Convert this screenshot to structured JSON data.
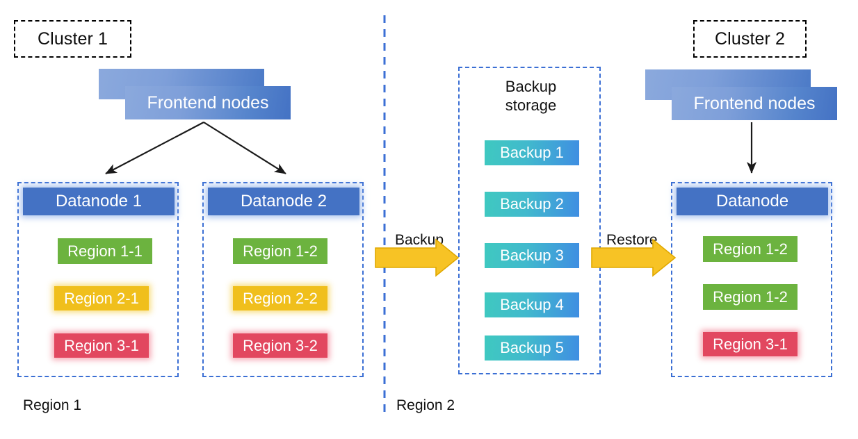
{
  "diagram": {
    "title_left": "Cluster 1",
    "title_right": "Cluster 2",
    "divider_label_left": "Region 1",
    "divider_label_right": "Region 2"
  },
  "cluster1": {
    "label": "Cluster 1",
    "frontend": {
      "label": "Frontend nodes"
    },
    "datanodes": [
      {
        "header": "Datanode 1",
        "regions": [
          {
            "label": "Region 1-1",
            "color": "#6cb33f",
            "tone": "green"
          },
          {
            "label": "Region 2-1",
            "color": "#f0bf1c",
            "tone": "yellow"
          },
          {
            "label": "Region 3-1",
            "color": "#e2475f",
            "tone": "red"
          }
        ]
      },
      {
        "header": "Datanode 2",
        "regions": [
          {
            "label": "Region 1-2",
            "color": "#6cb33f",
            "tone": "green"
          },
          {
            "label": "Region 2-2",
            "color": "#f0bf1c",
            "tone": "yellow"
          },
          {
            "label": "Region 3-2",
            "color": "#e2475f",
            "tone": "red"
          }
        ]
      }
    ]
  },
  "backup_storage": {
    "title": "Backup\nstorage",
    "items": [
      {
        "label": "Backup 1"
      },
      {
        "label": "Backup 2"
      },
      {
        "label": "Backup 3"
      },
      {
        "label": "Backup 4"
      },
      {
        "label": "Backup 5"
      }
    ]
  },
  "cluster2": {
    "label": "Cluster 2",
    "frontend": {
      "label": "Frontend nodes"
    },
    "datanode": {
      "header": "Datanode",
      "regions": [
        {
          "label": "Region 1-2",
          "color": "#6cb33f",
          "tone": "green"
        },
        {
          "label": "Region 1-2",
          "color": "#6cb33f",
          "tone": "green"
        },
        {
          "label": "Region 3-1",
          "color": "#e2475f",
          "tone": "red"
        }
      ]
    }
  },
  "flows": {
    "backup": {
      "label": "Backup",
      "color": "#f7c325"
    },
    "restore": {
      "label": "Restore",
      "color": "#f7c325"
    }
  },
  "footers": {
    "region1": "Region 1",
    "region2": "Region 2"
  },
  "colors": {
    "frontend_blue": "#4472c4",
    "datanode_blue": "#4472c4",
    "dashed_blue": "#3b6fd4",
    "arrow_gold": "#f7c325",
    "arrow_gold_border": "#e0a800",
    "backup_teal": "#3fc9c0",
    "backup_blue": "#3f8ee2",
    "connector_black": "#1a1a1a"
  }
}
